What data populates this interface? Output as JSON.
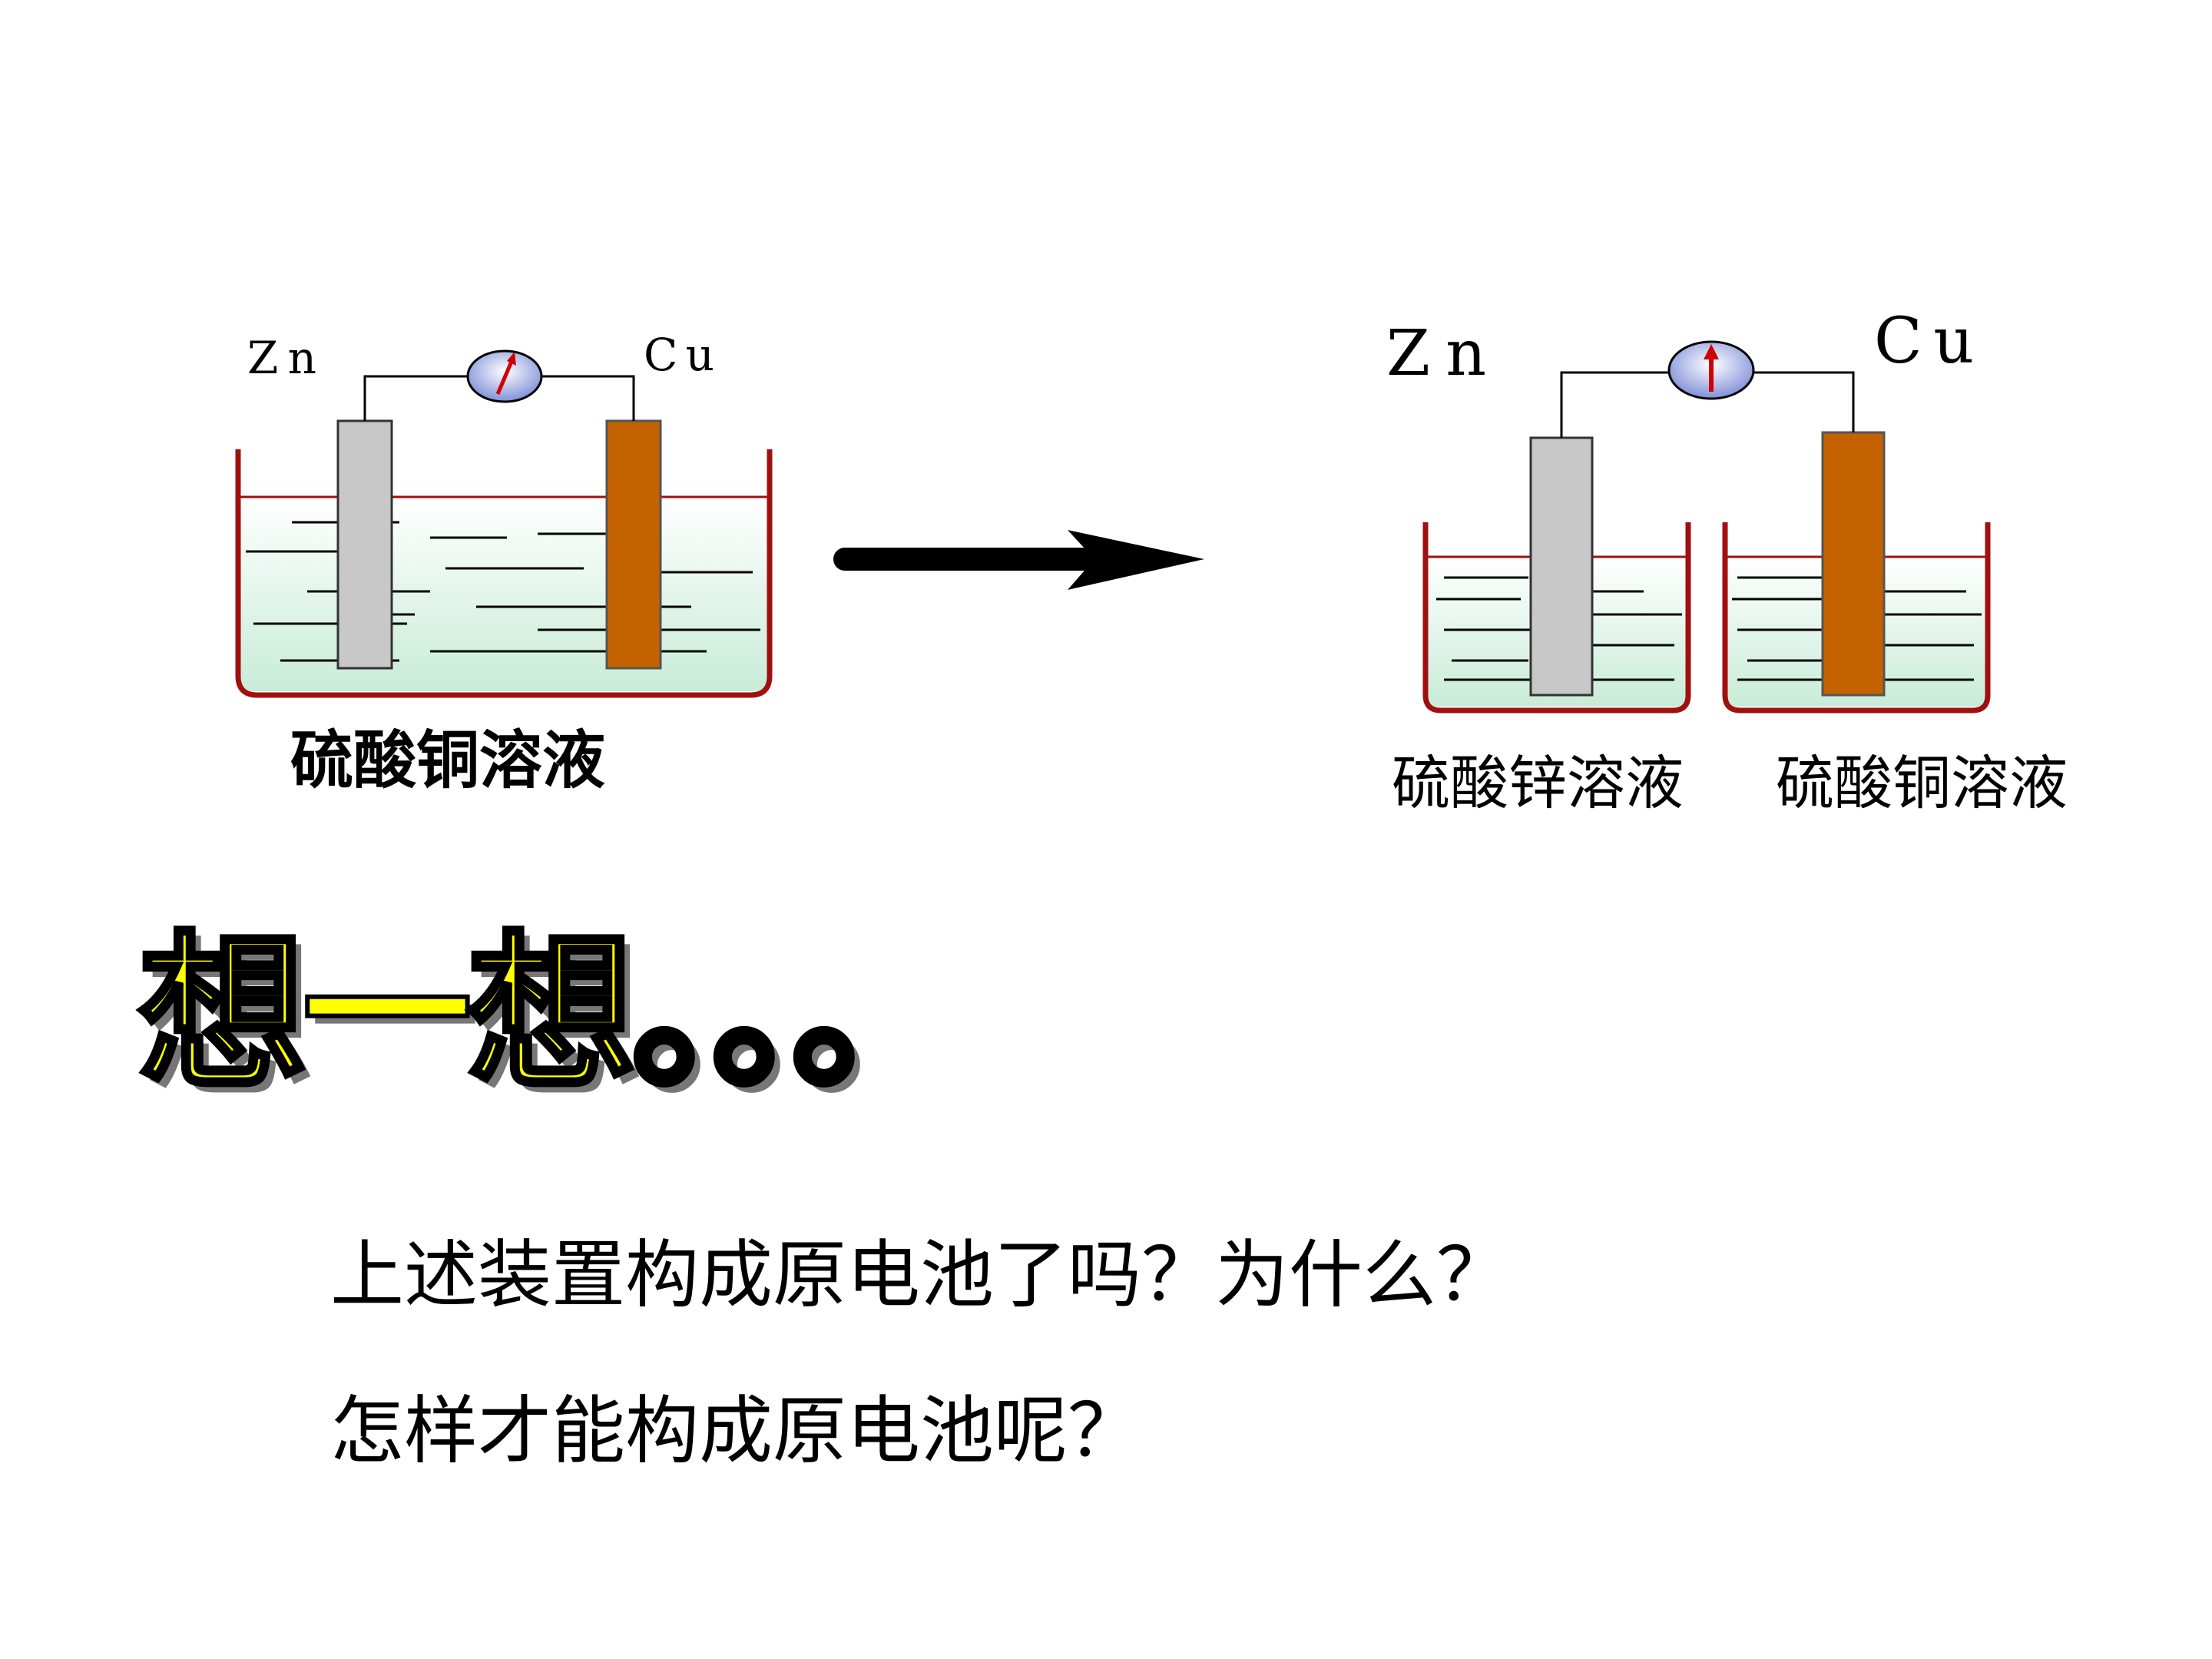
{
  "left_cell": {
    "anode_label": "Zn",
    "cathode_label": "Cu",
    "solution_label": "硫酸铜溶液"
  },
  "right_cell": {
    "anode_label": "Zn",
    "cathode_label": "Cu",
    "left_beaker_label": "硫酸锌溶液",
    "right_beaker_label": "硫酸铜溶液"
  },
  "heading": "想一想。。。",
  "questions": [
    "上述装置构成原电池了吗？为什么？",
    "怎样才能构成原电池呢？"
  ],
  "colors": {
    "zinc": "#c8c8c8",
    "copper": "#c46200",
    "beaker": "#a01010",
    "liquid_top": "#ffffff",
    "liquid_bottom": "#c8ecd8",
    "heading_fill": "#ffff00"
  }
}
